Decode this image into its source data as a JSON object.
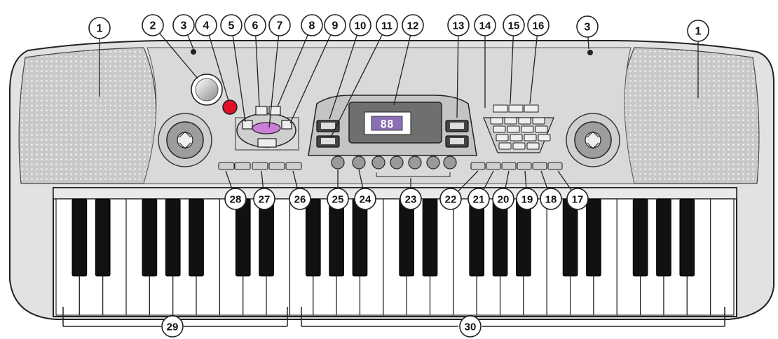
{
  "diagram": {
    "display_digits": "88",
    "callouts": [
      {
        "id": "c1a",
        "label": "1"
      },
      {
        "id": "c1b",
        "label": "1"
      },
      {
        "id": "c2",
        "label": "2"
      },
      {
        "id": "c3a",
        "label": "3"
      },
      {
        "id": "c3b",
        "label": "3"
      },
      {
        "id": "c4",
        "label": "4"
      },
      {
        "id": "c5",
        "label": "5"
      },
      {
        "id": "c6",
        "label": "6"
      },
      {
        "id": "c7",
        "label": "7"
      },
      {
        "id": "c8",
        "label": "8"
      },
      {
        "id": "c9",
        "label": "9"
      },
      {
        "id": "c10",
        "label": "10"
      },
      {
        "id": "c11",
        "label": "11"
      },
      {
        "id": "c12",
        "label": "12"
      },
      {
        "id": "c13",
        "label": "13"
      },
      {
        "id": "c14",
        "label": "14"
      },
      {
        "id": "c15",
        "label": "15"
      },
      {
        "id": "c16",
        "label": "16"
      },
      {
        "id": "c17",
        "label": "17"
      },
      {
        "id": "c18",
        "label": "18"
      },
      {
        "id": "c19",
        "label": "19"
      },
      {
        "id": "c20",
        "label": "20"
      },
      {
        "id": "c21",
        "label": "21"
      },
      {
        "id": "c22",
        "label": "22"
      },
      {
        "id": "c23",
        "label": "23"
      },
      {
        "id": "c24",
        "label": "24"
      },
      {
        "id": "c25",
        "label": "25"
      },
      {
        "id": "c26",
        "label": "26"
      },
      {
        "id": "c27",
        "label": "27"
      },
      {
        "id": "c28",
        "label": "28"
      },
      {
        "id": "c29",
        "label": "29"
      },
      {
        "id": "c30",
        "label": "30"
      }
    ]
  },
  "colors": {
    "body": "#e2e2e2",
    "speaker_grille": "#c9c9c9",
    "panel": "#d9d9d9",
    "outline": "#222222",
    "display_bg": "#6f6f6f",
    "display_screen": "#8a6fb3",
    "display_digits": "#ffffff",
    "joystick_glow": "#c97fd6",
    "record_button": "#e0102a",
    "white_key": "#ffffff",
    "black_key": "#111111"
  }
}
